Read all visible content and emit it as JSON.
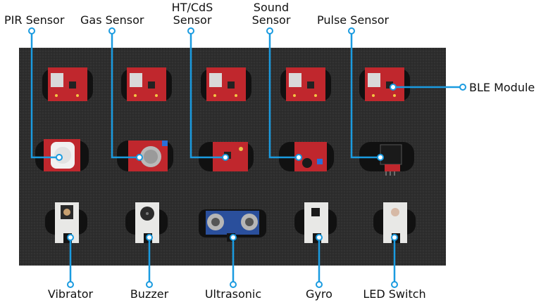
{
  "top_labels": {
    "pir": "PIR Sensor",
    "gas": "Gas Sensor",
    "htcds_line1": "HT/CdS",
    "htcds_line2": "Sensor",
    "sound_line1": "Sound",
    "sound_line2": "Sensor",
    "pulse": "Pulse Sensor"
  },
  "right_labels": {
    "ble": "BLE Module"
  },
  "bottom_labels": {
    "vibrator": "Vibrator",
    "buzzer": "Buzzer",
    "ultrasonic": "Ultrasonic",
    "gyro": "Gyro",
    "led_switch": "LED Switch"
  },
  "colors": {
    "foam": "#2b2b2b",
    "foam_cell": "#111111",
    "callout_line": "#1a9be0",
    "board_red": "#c0272d",
    "board_white": "#e8e8e6"
  },
  "icons": {
    "ble_board": "ble-module-board",
    "sensor_board": "sensor-board",
    "brick": "white-brick-module"
  }
}
